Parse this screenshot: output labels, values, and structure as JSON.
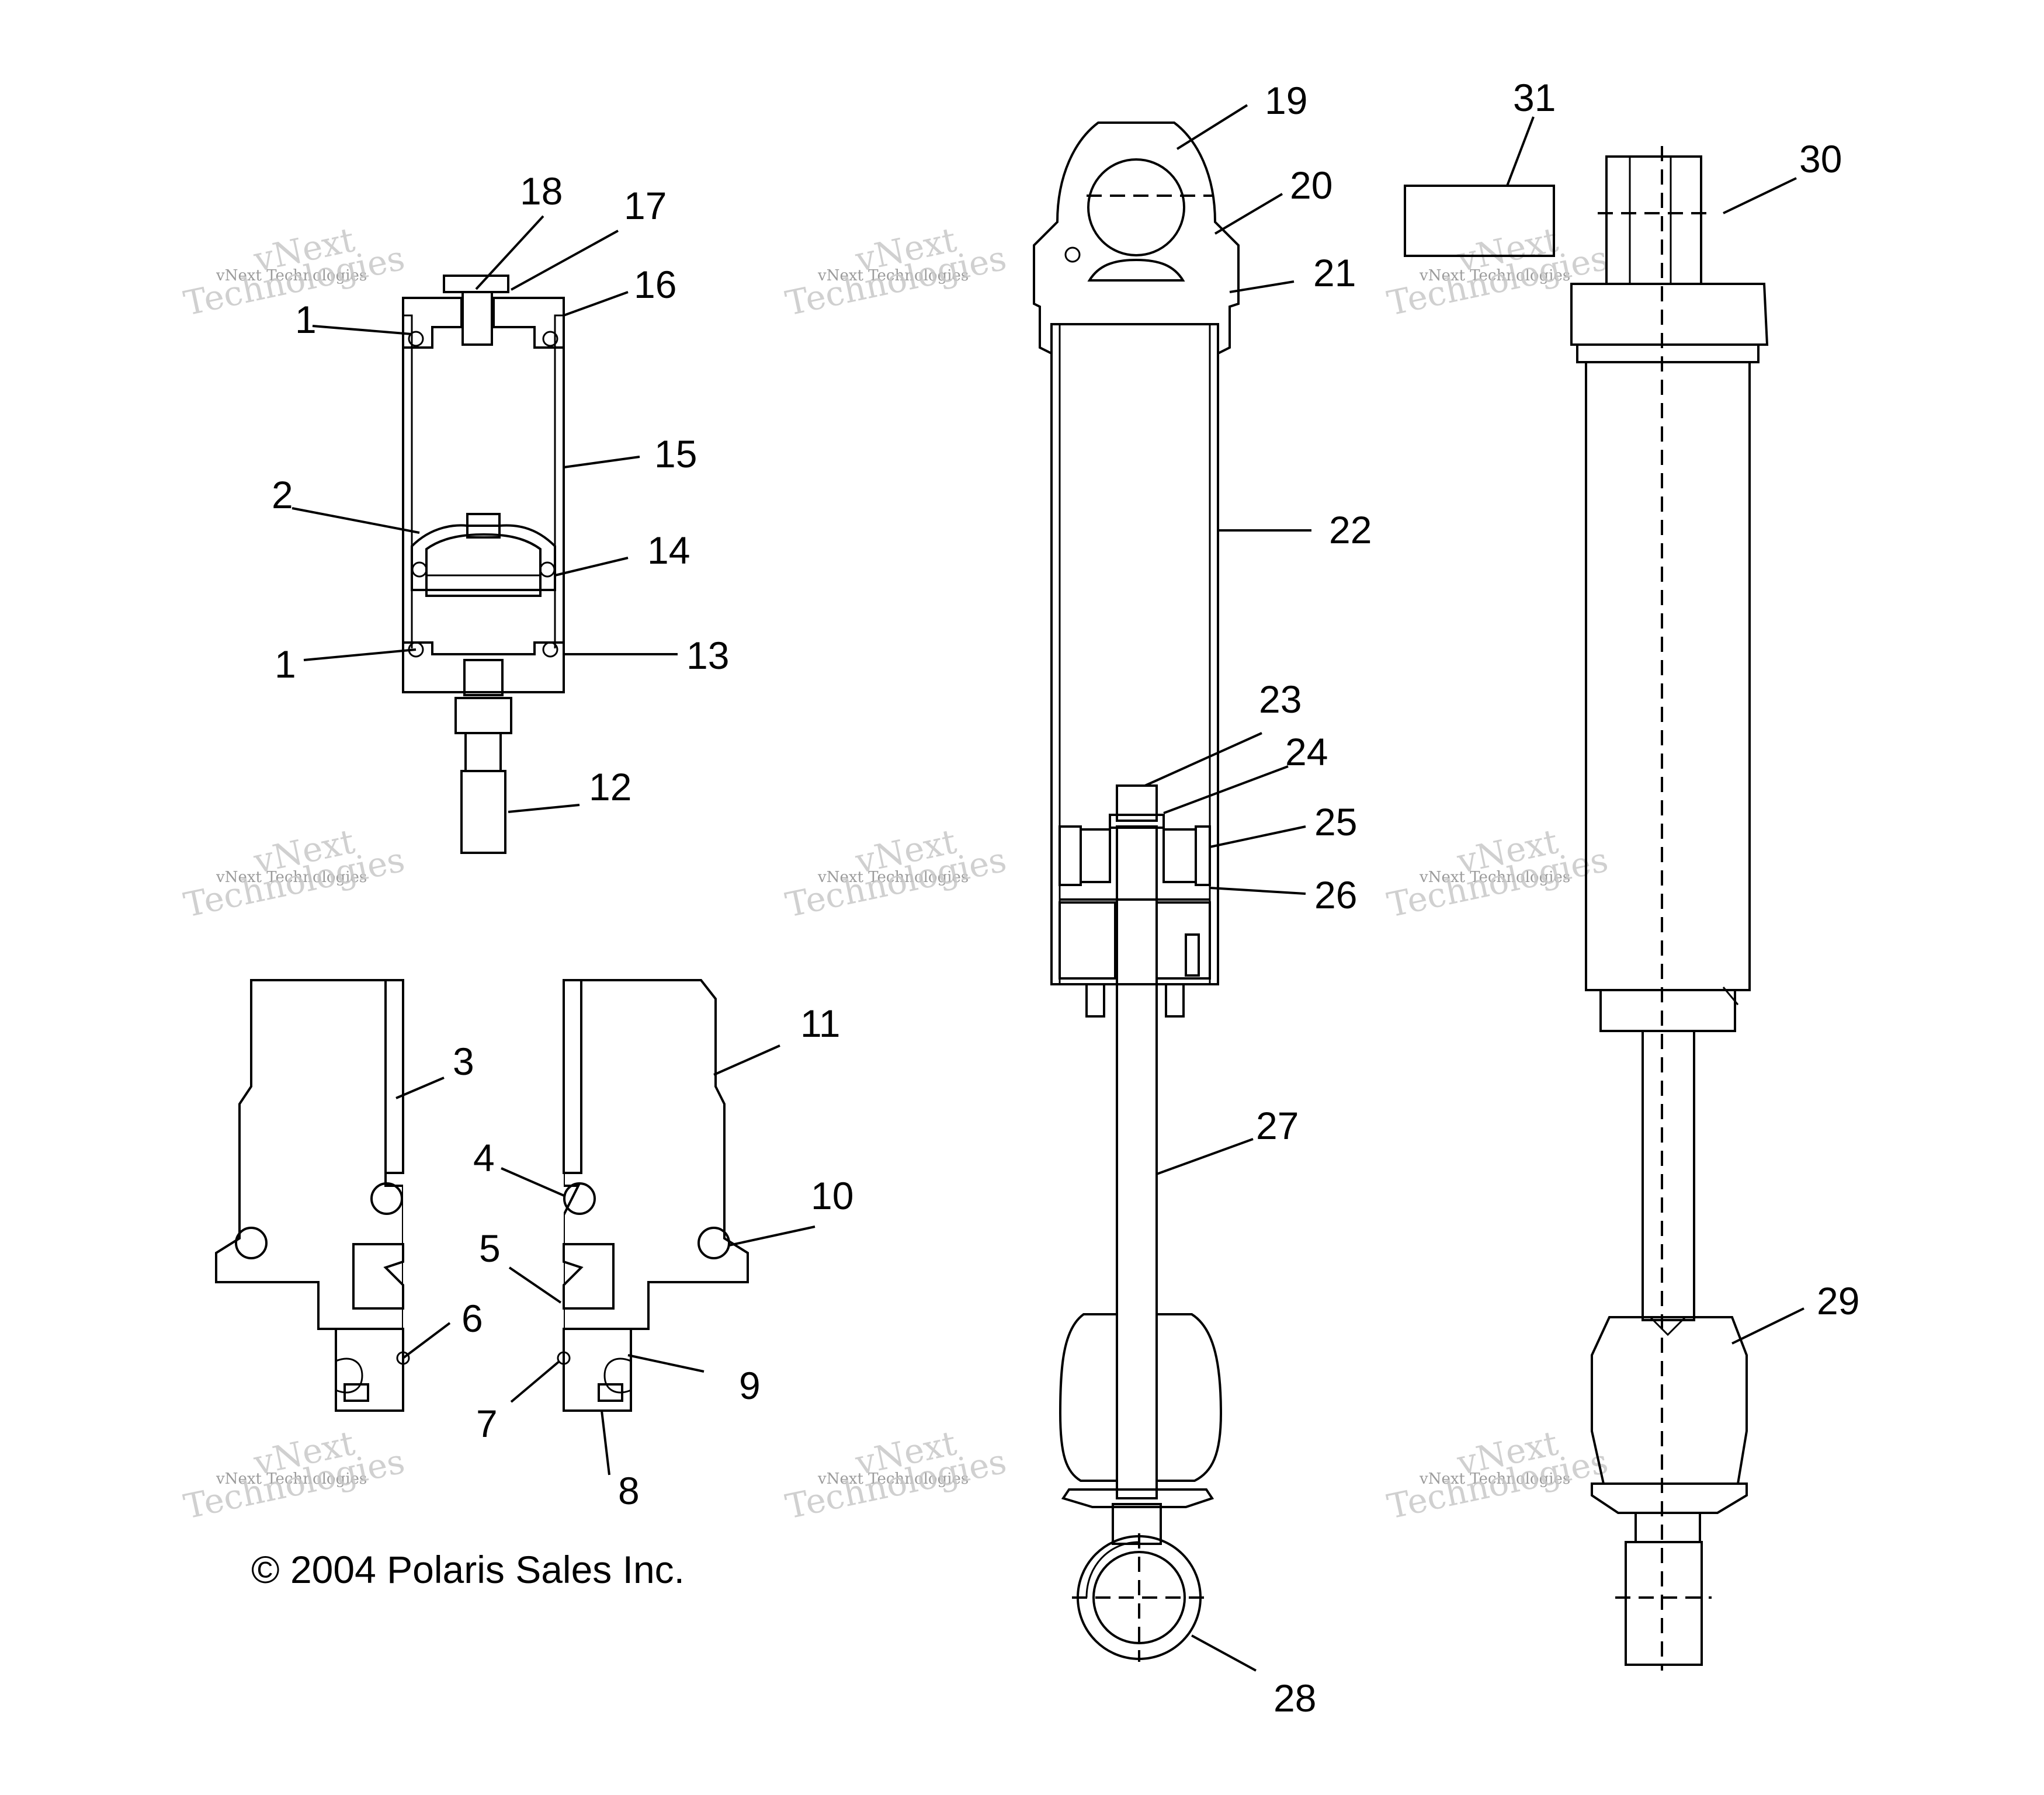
{
  "callouts": [
    "1",
    "2",
    "1",
    "3",
    "4",
    "5",
    "6",
    "7",
    "8",
    "9",
    "10",
    "11",
    "12",
    "13",
    "14",
    "15",
    "16",
    "17",
    "18",
    "19",
    "20",
    "21",
    "22",
    "23",
    "24",
    "25",
    "26",
    "27",
    "28",
    "29",
    "30",
    "31"
  ],
  "copyright": "© 2004 Polaris Sales Inc.",
  "watermark": {
    "line1": "vNext Technologies",
    "line2": "vNext",
    "line3": "Technologies"
  },
  "colors": {
    "ink": "#000000",
    "watermark": "#b4b4b4",
    "background": "#ffffff"
  }
}
